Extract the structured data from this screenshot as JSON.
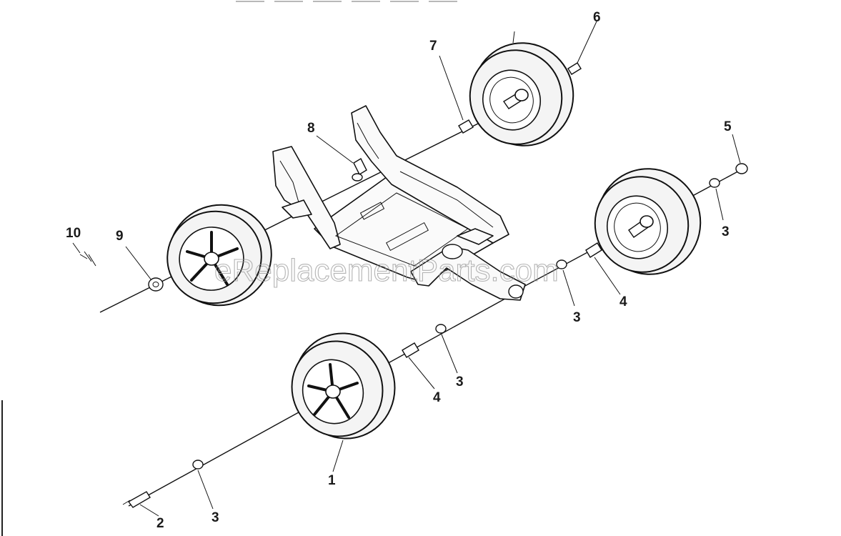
{
  "watermark": "eReplacementParts.com",
  "callouts": {
    "c1": "1",
    "c2": "2",
    "c3a": "3",
    "c3b": "3",
    "c3c": "3",
    "c3d": "3",
    "c4a": "4",
    "c4b": "4",
    "c5": "5",
    "c6": "6",
    "c7": "7",
    "c8": "8",
    "c9": "9",
    "c10": "10"
  }
}
